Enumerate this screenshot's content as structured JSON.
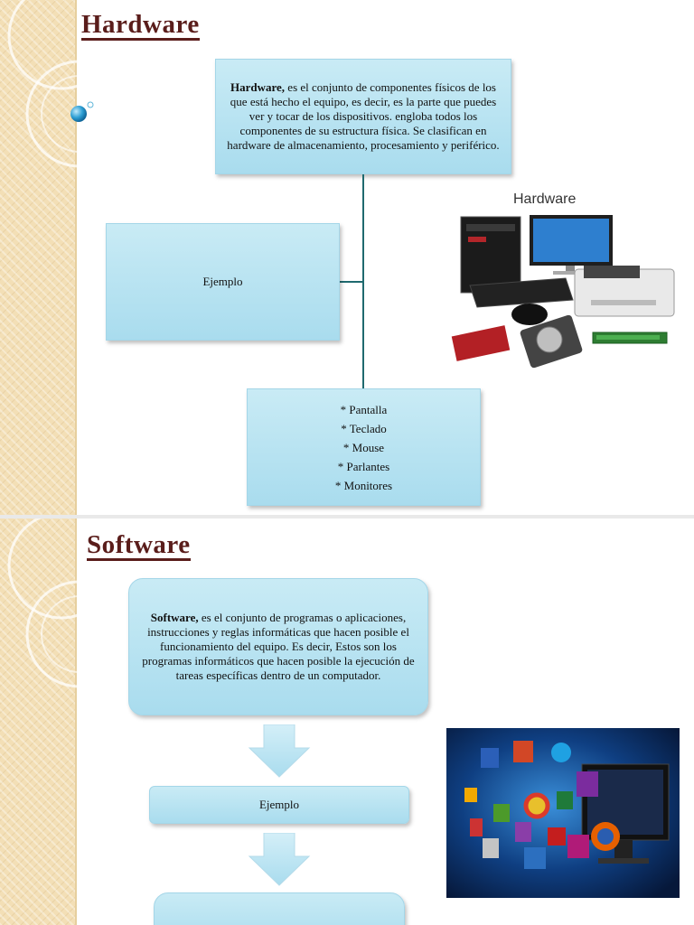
{
  "hardware_slide": {
    "title": "Hardware",
    "definition_term": "Hardware,",
    "definition_text": " es el conjunto de componentes físicos de los que está hecho el equipo, es decir, es la parte que puedes ver y tocar de los dispositivos. engloba todos los componentes de su estructura física. Se clasifican en hardware de almacenamiento, procesamiento y periférico.",
    "example_label": "Ejemplo",
    "examples": [
      "* Pantalla",
      "* Teclado",
      "* Mouse",
      "* Parlantes",
      "* Monitores"
    ],
    "image_caption": "Hardware"
  },
  "software_slide": {
    "title": "Software",
    "definition_term": "Software,",
    "definition_text": " es el conjunto de programas o aplicaciones, instrucciones y reglas informáticas que hacen posible el funcionamiento del equipo. Es decir, Estos son los programas informáticos que hacen posible la ejecución de tareas específicas dentro de un computador.",
    "example_label": "Ejemplo"
  },
  "colors": {
    "title": "#5a1d1b",
    "box": "#b6e2f1",
    "connector": "#1f6a6f",
    "sidebar": "#f3dfb6"
  }
}
